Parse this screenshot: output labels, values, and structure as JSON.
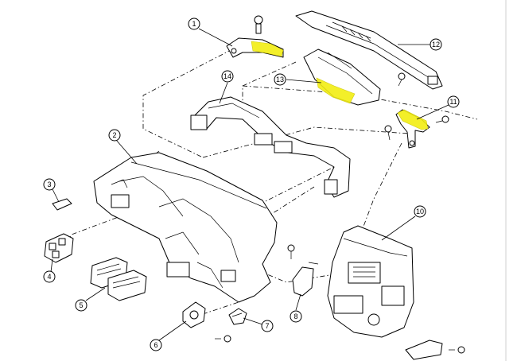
{
  "diagram": {
    "callouts": [
      {
        "id": "c1",
        "label": "1"
      },
      {
        "id": "c2",
        "label": "2"
      },
      {
        "id": "c3",
        "label": "3"
      },
      {
        "id": "c4",
        "label": "4"
      },
      {
        "id": "c5",
        "label": "5"
      },
      {
        "id": "c6",
        "label": "6"
      },
      {
        "id": "c7",
        "label": "7"
      },
      {
        "id": "c8",
        "label": "8"
      },
      {
        "id": "c10",
        "label": "10"
      },
      {
        "id": "c11",
        "label": "11"
      },
      {
        "id": "c12",
        "label": "12"
      },
      {
        "id": "c13",
        "label": "13"
      },
      {
        "id": "c14",
        "label": "14"
      }
    ],
    "highlight_color": "#f2ee12",
    "line_color": "#000000"
  }
}
